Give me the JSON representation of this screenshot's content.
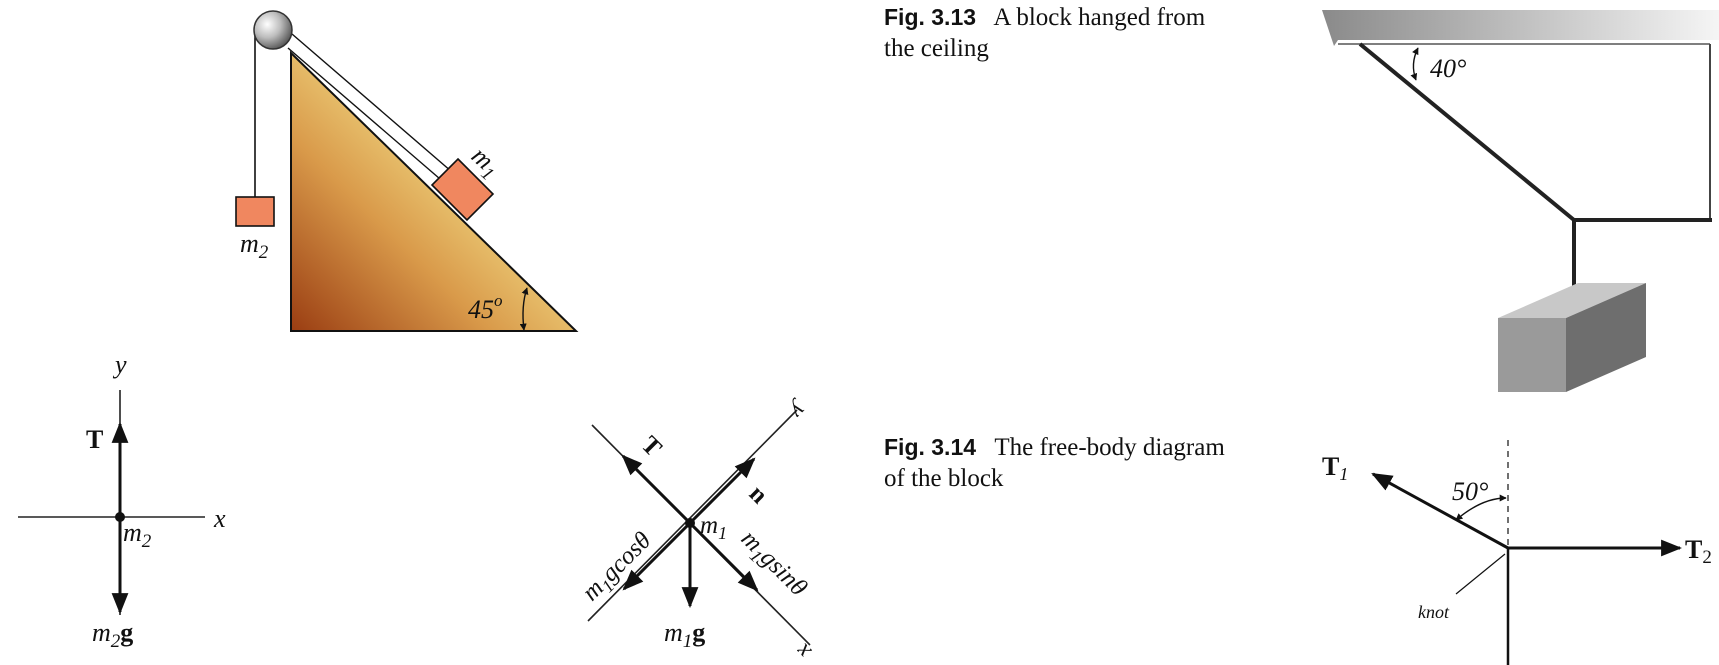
{
  "incline": {
    "mass1": "m",
    "mass1_sub": "1",
    "mass2": "m",
    "mass2_sub": "2",
    "angle": "45",
    "angle_unit": "o"
  },
  "fbd_m2": {
    "axis_x": "x",
    "axis_y": "y",
    "tension": "T",
    "body_label": "m",
    "body_sub": "2",
    "weight_m": "m",
    "weight_sub": "2",
    "weight_g": "g"
  },
  "fbd_m1": {
    "axis_x": "x",
    "axis_y": "y",
    "tension": "T",
    "normal": "n",
    "body_label": "m",
    "body_sub": "1",
    "weight_m": "m",
    "weight_sub": "1",
    "weight_g": "g",
    "cos_comp_m": "m",
    "cos_comp_sub": "1",
    "cos_comp_rest": "gcosθ",
    "sin_comp_m": "m",
    "sin_comp_sub": "1",
    "sin_comp_rest": "gsinθ"
  },
  "fig313": {
    "number": "Fig. 3.13",
    "text_line1": "A block hanged from",
    "text_line2": "the ceiling",
    "angle_label": "40°"
  },
  "fig314": {
    "number": "Fig. 3.14",
    "text_line1": "The free-body diagram",
    "text_line2": "of the block",
    "t1": "T",
    "t1_sub": "1",
    "t2": "T",
    "t2_sub": "2",
    "angle_label": "50°",
    "knot_label": "knot"
  }
}
